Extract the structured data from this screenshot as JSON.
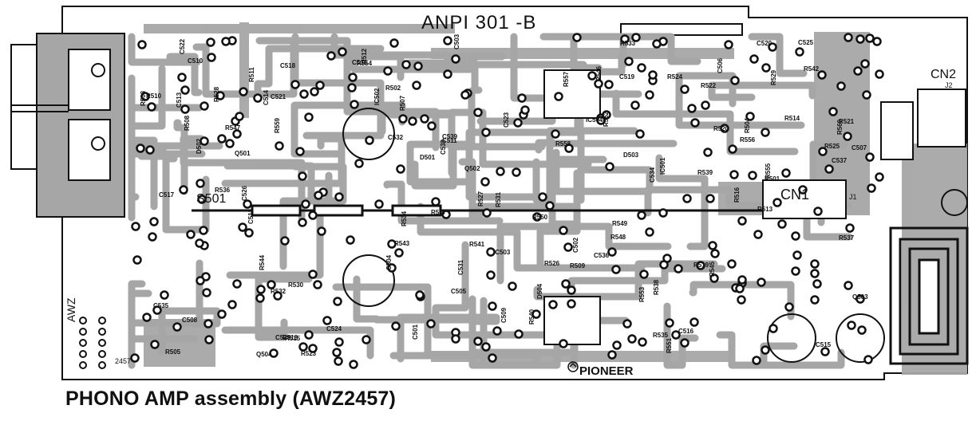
{
  "caption": "PHONO AMP assembly (AWZ2457)",
  "board": {
    "board_id": "ANPI 301 -B",
    "brand": "PIONEER",
    "vertical_tag": "AWZ",
    "number_tag": "2457",
    "connectors": {
      "cn1": "CN1",
      "cn2": "CN2",
      "j1": "J1",
      "j2": "J2",
      "s501": "S501"
    },
    "resistors": [
      "R524",
      "R522",
      "R520",
      "R518",
      "R517",
      "R516",
      "R514",
      "R510",
      "R509",
      "R508",
      "R504",
      "R502",
      "R560",
      "R511",
      "R512",
      "R513",
      "R515",
      "R519",
      "R521",
      "R523",
      "R525",
      "R526",
      "R527",
      "R528",
      "R529",
      "R530",
      "R531",
      "R532",
      "R533",
      "R534",
      "R535",
      "R536",
      "R537",
      "R538",
      "R539",
      "R540",
      "R541",
      "R542",
      "R543",
      "R544",
      "R545",
      "R546",
      "R547",
      "R548",
      "R549",
      "R550",
      "R551",
      "R552",
      "R553",
      "R554",
      "R555",
      "R556",
      "R557",
      "R558",
      "R559",
      "R501",
      "R503",
      "R505",
      "R507"
    ],
    "capacitors": [
      "C539",
      "C502",
      "C504",
      "C508",
      "C512",
      "C513",
      "C514",
      "C515",
      "C516",
      "C517",
      "C518",
      "C519",
      "C520",
      "C521",
      "C522",
      "C525",
      "C526",
      "C529",
      "C531",
      "C532",
      "C533",
      "C534",
      "C535",
      "C536",
      "C537",
      "C538",
      "C503",
      "C505",
      "C506",
      "C507",
      "C501",
      "C511",
      "C509",
      "C510",
      "C523",
      "C524"
    ],
    "ics": [
      "IC501",
      "IC502",
      "IC503",
      "IC504"
    ],
    "transistors": [
      "Q501",
      "Q502",
      "Q503",
      "Q504"
    ],
    "diodes": [
      "D501",
      "D502",
      "D503",
      "D504"
    ]
  },
  "colors": {
    "trace": "#a6a6a6",
    "ink": "#111111",
    "paper": "#ffffff"
  }
}
